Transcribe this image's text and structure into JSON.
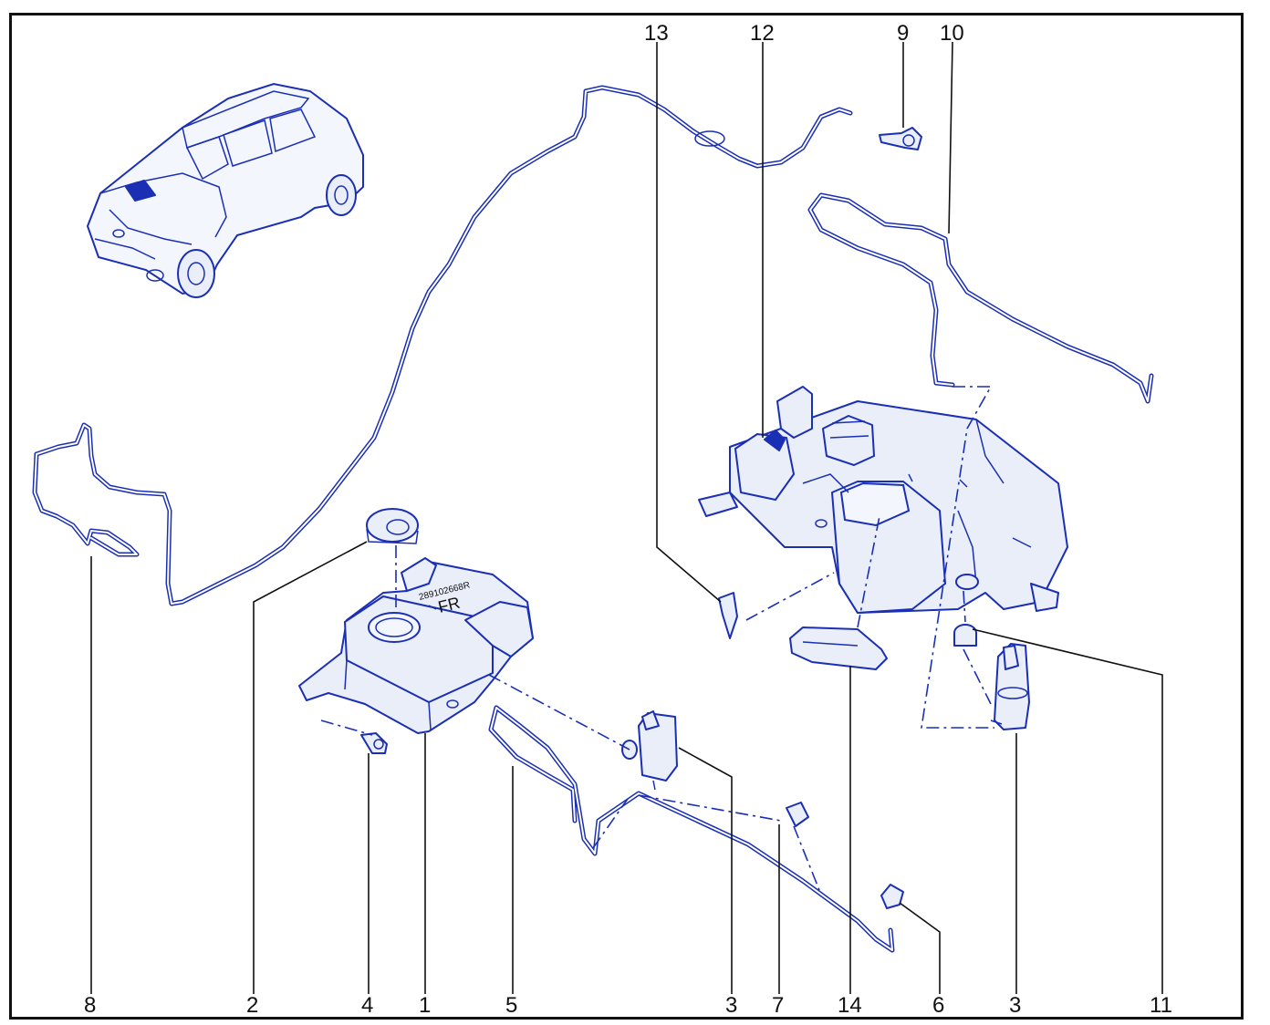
{
  "accent_color": "#1a2fb4",
  "callouts": {
    "c13": "13",
    "c12": "12",
    "c9": "9",
    "c10": "10",
    "c8": "8",
    "c2": "2",
    "c4": "4",
    "c1": "1",
    "c5": "5",
    "c3a": "3",
    "c7": "7",
    "c14": "14",
    "c6": "6",
    "c3b": "3",
    "c11": "11"
  },
  "reservoir_label": {
    "line1": "289102668R",
    "line2": "FR"
  },
  "icons": [
    "car-icon",
    "washer-reservoir-icon",
    "washer-pump-icon",
    "filler-cap-icon",
    "nozzle-icon",
    "hose-icon"
  ]
}
